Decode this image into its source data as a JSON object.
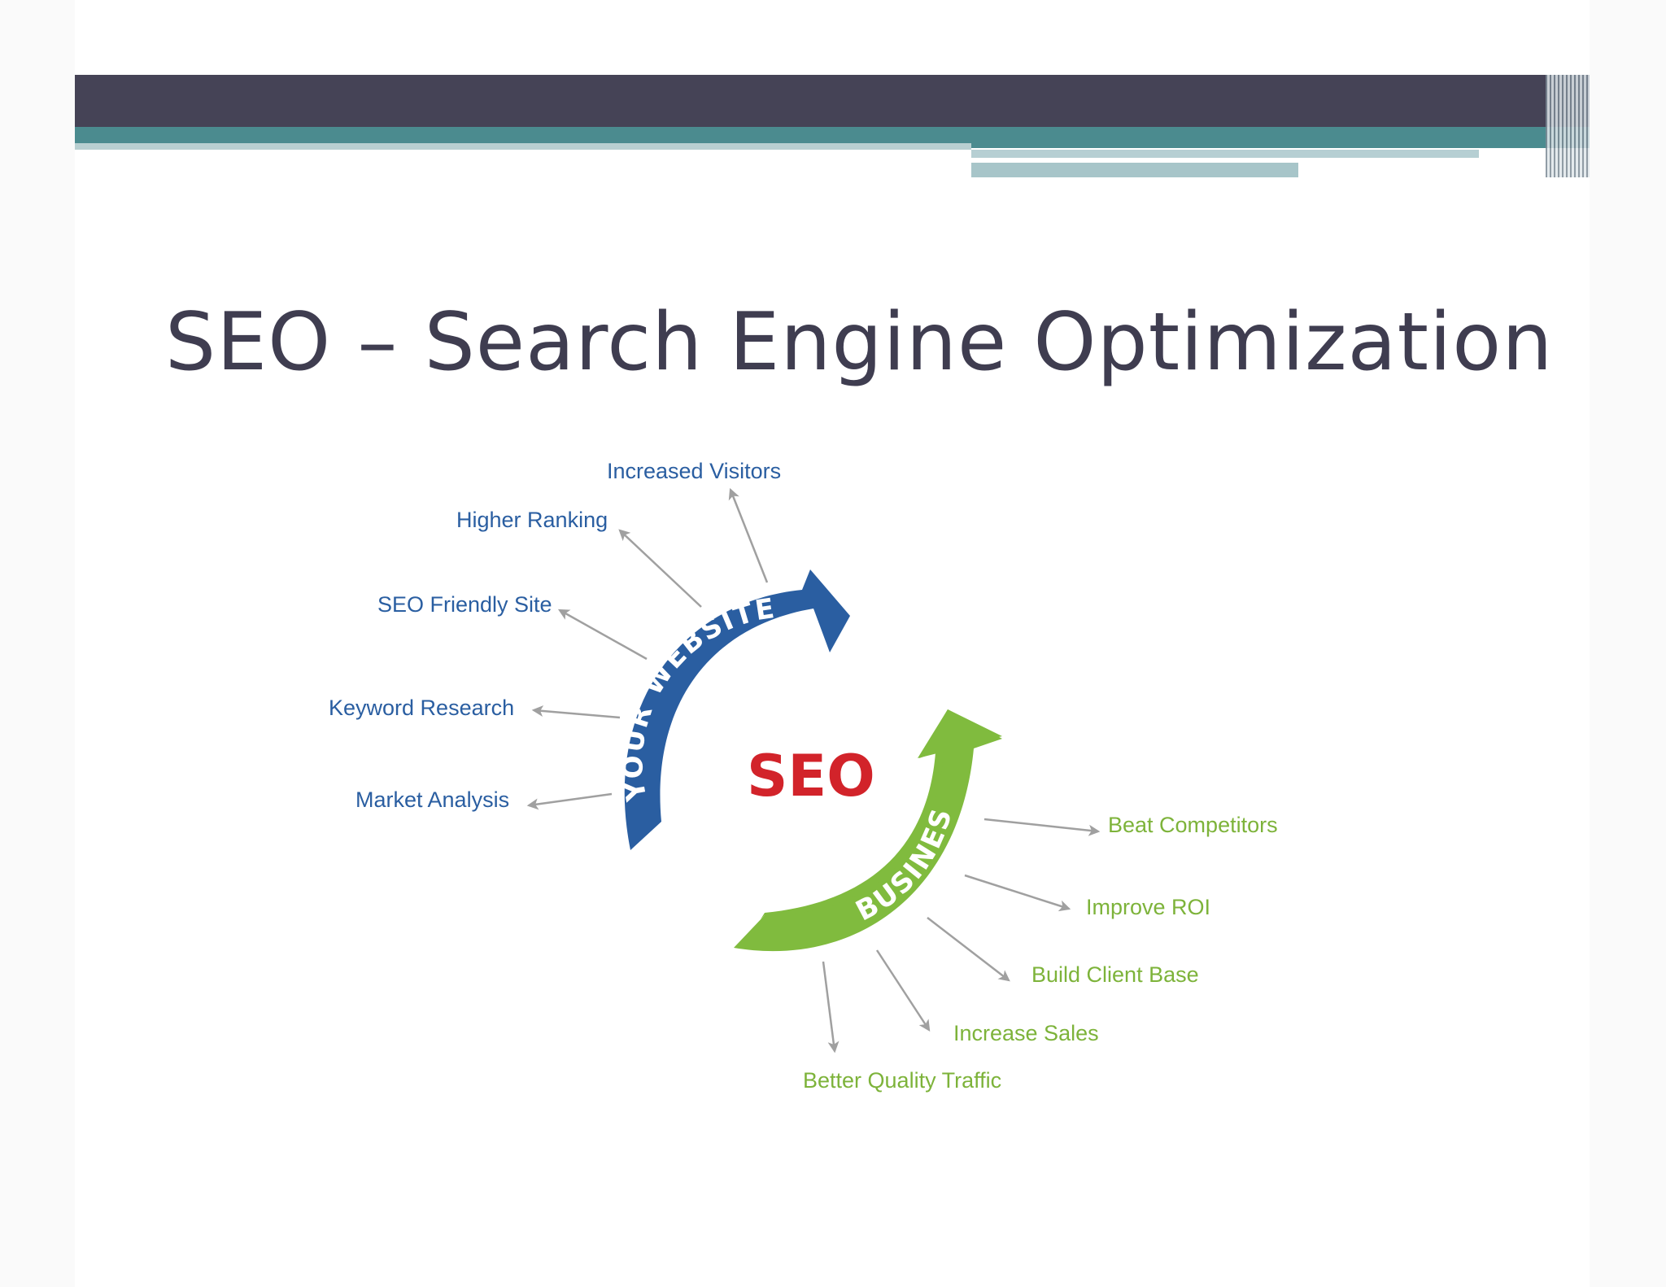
{
  "slide": {
    "title": "SEO – Search Engine Optimization"
  },
  "diagram": {
    "center": "SEO",
    "website_arc": {
      "label": "YOUR WEBSITE",
      "color": "#2a5ea1",
      "outcomes": [
        "Increased Visitors",
        "Higher Ranking",
        "SEO Friendly Site",
        "Keyword Research",
        "Market Analysis"
      ]
    },
    "business_arc": {
      "label": "BUSINESS",
      "color": "#80bb3e",
      "outcomes": [
        "Beat Competitors",
        "Improve ROI",
        "Build Client Base",
        "Increase Sales",
        "Better Quality Traffic"
      ]
    },
    "colors": {
      "center_text": "#d2232a",
      "arrow_gray": "#a0a0a0",
      "header_dark": "#454356",
      "header_teal": "#4b8b8f"
    }
  }
}
